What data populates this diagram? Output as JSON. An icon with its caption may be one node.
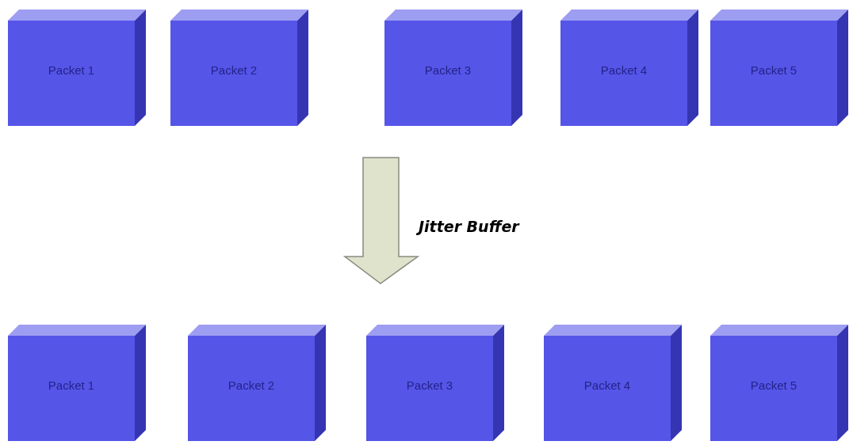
{
  "diagram": {
    "nodes": [
      {
        "text": [
          "Packet 1"
        ]
      },
      {
        "text": [
          "Packet 2"
        ]
      },
      {
        "text": [
          "Packet 3"
        ]
      },
      {
        "text": [
          "Packet 4"
        ]
      },
      {
        "text": [
          "Packet 5"
        ]
      },
      {
        "text": [
          "Packet 1"
        ]
      },
      {
        "text": [
          "Packet 2"
        ]
      },
      {
        "text": [
          "Packet 3"
        ]
      },
      {
        "text": [
          "Packet 4"
        ]
      },
      {
        "text": [
          "Packet 5"
        ]
      }
    ],
    "labels": [
      "Jitter Buffer"
    ]
  }
}
